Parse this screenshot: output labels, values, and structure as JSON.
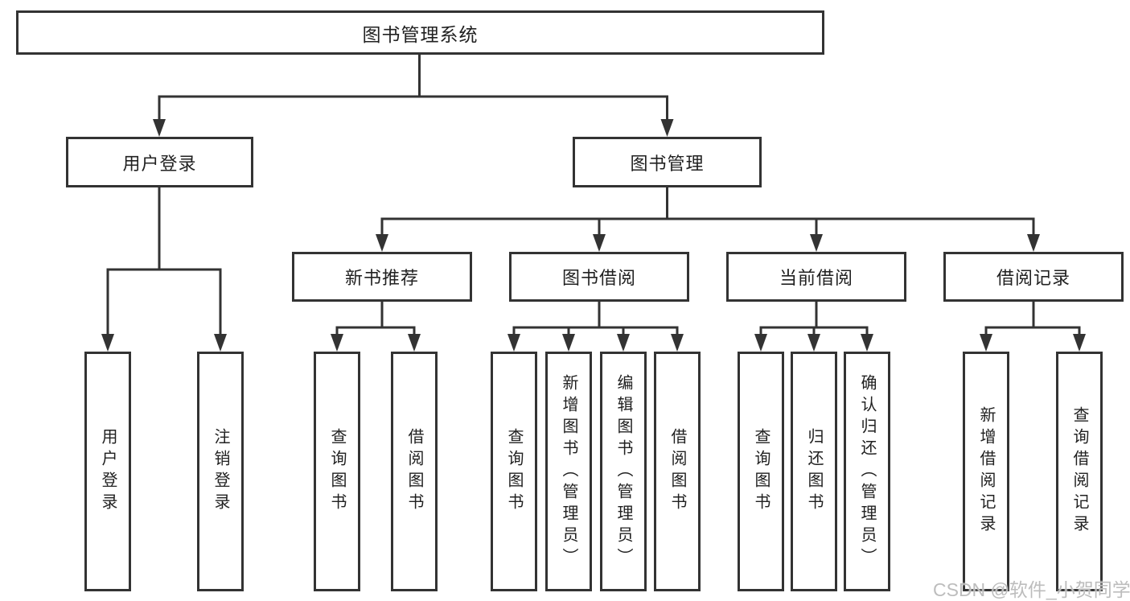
{
  "diagram": {
    "root": {
      "label": "图书管理系统"
    },
    "level2": [
      {
        "label": "用户登录"
      },
      {
        "label": "图书管理"
      }
    ],
    "level3": [
      {
        "label": "新书推荐"
      },
      {
        "label": "图书借阅"
      },
      {
        "label": "当前借阅"
      },
      {
        "label": "借阅记录"
      }
    ],
    "leaves": {
      "user_login": [
        {
          "label": "用户登录"
        },
        {
          "label": "注销登录"
        }
      ],
      "new_book_recommend": [
        {
          "label": "查询图书"
        },
        {
          "label": "借阅图书"
        }
      ],
      "book_borrow": [
        {
          "label": "查询图书"
        },
        {
          "label": "新增图书（管理员）"
        },
        {
          "label": "编辑图书（管理员）"
        },
        {
          "label": "借阅图书"
        }
      ],
      "current_borrow": [
        {
          "label": "查询图书"
        },
        {
          "label": "归还图书"
        },
        {
          "label": "确认归还（管理员）"
        }
      ],
      "borrow_record": [
        {
          "label": "新增借阅记录"
        },
        {
          "label": "查询借阅记录"
        }
      ]
    }
  },
  "watermark": {
    "text": "CSDN @软件_小贺同学"
  },
  "colors": {
    "line": "#333333",
    "box_border": "#333333",
    "text": "#212121",
    "watermark": "#bdbdbd",
    "background": "#ffffff"
  }
}
